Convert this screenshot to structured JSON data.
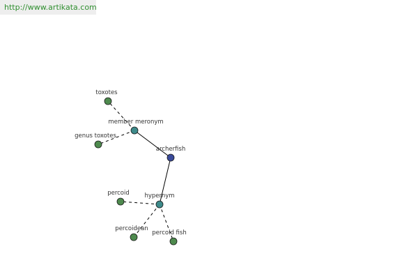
{
  "header": {
    "url": "http://www.artikata.com"
  },
  "colors": {
    "leaf": "#4e8a4e",
    "relation": "#3d8a8a",
    "root": "#3a4a9a",
    "edge": "#000000"
  },
  "graph": {
    "nodes": [
      {
        "id": "archerfish",
        "label": "archerfish",
        "kind": "root"
      },
      {
        "id": "member-meronym",
        "label": "member meronym",
        "kind": "relation"
      },
      {
        "id": "hypernym",
        "label": "hypernym",
        "kind": "relation"
      },
      {
        "id": "toxotes",
        "label": "toxotes",
        "kind": "leaf"
      },
      {
        "id": "genus-toxotes",
        "label": "genus toxotes",
        "kind": "leaf"
      },
      {
        "id": "percoid",
        "label": "percoid",
        "kind": "leaf"
      },
      {
        "id": "percoidean",
        "label": "percoidean",
        "kind": "leaf"
      },
      {
        "id": "percoid-fish",
        "label": "percoid fish",
        "kind": "leaf"
      }
    ],
    "edges": [
      {
        "from": "archerfish",
        "to": "member-meronym",
        "style": "solid"
      },
      {
        "from": "archerfish",
        "to": "hypernym",
        "style": "solid"
      },
      {
        "from": "member-meronym",
        "to": "toxotes",
        "style": "dashed"
      },
      {
        "from": "member-meronym",
        "to": "genus-toxotes",
        "style": "dashed"
      },
      {
        "from": "hypernym",
        "to": "percoid",
        "style": "dashed"
      },
      {
        "from": "hypernym",
        "to": "percoidean",
        "style": "dashed"
      },
      {
        "from": "hypernym",
        "to": "percoid-fish",
        "style": "dashed"
      }
    ]
  }
}
